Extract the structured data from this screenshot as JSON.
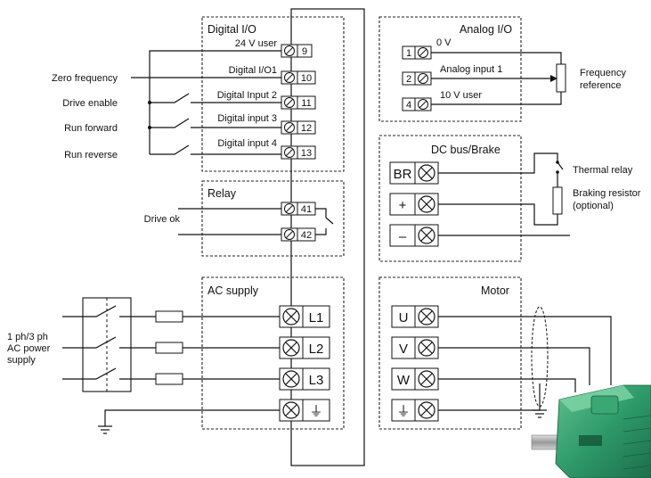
{
  "digital_io": {
    "title": "Digital  I/O",
    "rows": [
      {
        "label": "24 V user",
        "terminal": "9"
      },
      {
        "label": "Digital I/O1",
        "terminal": "10"
      },
      {
        "label": "Digital Input 2",
        "terminal": "11"
      },
      {
        "label": "Digital input 3",
        "terminal": "12"
      },
      {
        "label": "Digital input 4",
        "terminal": "13"
      }
    ],
    "external_labels": [
      "Zero frequency",
      "Drive  enable",
      "Run  forward",
      "Run  reverse"
    ]
  },
  "relay": {
    "title": "Relay",
    "terminals": [
      "41",
      "42"
    ],
    "external_label": "Drive ok"
  },
  "ac_supply": {
    "title": "AC  supply",
    "terminals": [
      "L1",
      "L2",
      "L3"
    ],
    "ground_symbol": "⏚",
    "source_label": [
      "1 ph/3 ph",
      "AC power",
      "supply"
    ]
  },
  "analog_io": {
    "title": "Analog  I/O",
    "rows": [
      {
        "terminal": "1",
        "label": "0 V"
      },
      {
        "terminal": "2",
        "label": "Analog input 1"
      },
      {
        "terminal": "4",
        "label": "10 V user"
      }
    ],
    "pot_label": [
      "Frequency",
      "reference"
    ]
  },
  "dc_bus": {
    "title": "DC  bus/Brake",
    "terminals": [
      "BR",
      "+",
      "–"
    ],
    "thermal_relay_label": "Thermal  relay",
    "braking_resistor_label": [
      "Braking  resistor",
      "(optional)"
    ]
  },
  "motor": {
    "title": "Motor",
    "terminals": [
      "U",
      "V",
      "W"
    ],
    "ground_symbol": "⏚"
  }
}
